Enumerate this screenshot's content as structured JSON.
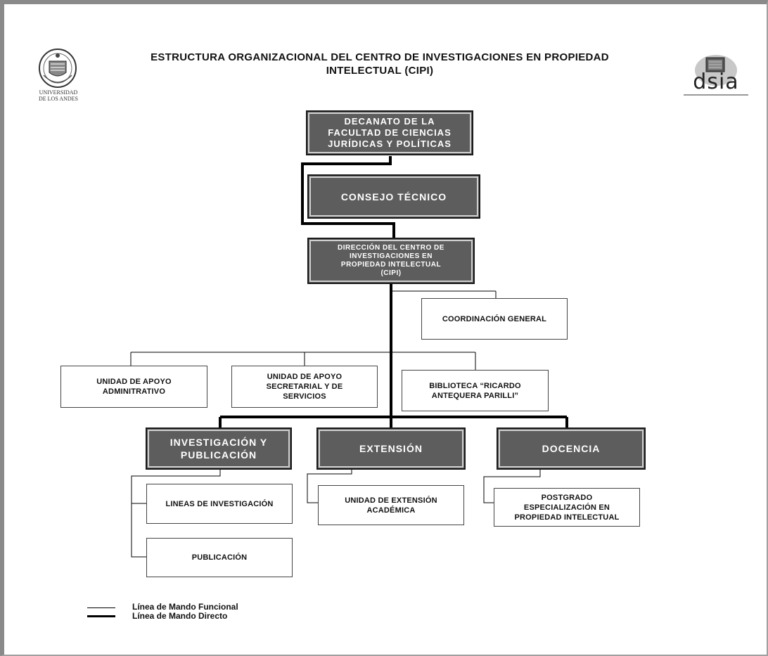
{
  "title": {
    "line1": "ESTRUCTURA ORGANIZACIONAL DEL CENTRO DE INVESTIGACIONES EN PROPIEDAD",
    "line2": "INTELECTUAL  (CIPI)"
  },
  "logos": {
    "left": {
      "icon": "university-seal-icon",
      "text_line1": "UNIVERSIDAD",
      "text_line2": "DE LOS ANDES"
    },
    "right": {
      "icon": "dsia-logo-icon",
      "text": "dsia"
    }
  },
  "nodes": {
    "decanato": {
      "line1": "DECANATO DE LA",
      "line2": "FACULTAD DE CIENCIAS",
      "line3": "JURÍDICAS Y POLÍTICAS"
    },
    "consejo": {
      "line1": "CONSEJO TÉCNICO"
    },
    "direccion": {
      "line1": "DIRECCIÓN DEL CENTRO DE",
      "line2": "INVESTIGACIONES EN",
      "line3": "PROPIEDAD INTELECTUAL",
      "line4": "(CIPI)"
    },
    "coordinacion": {
      "line1": "COORDINACIÓN GENERAL"
    },
    "apoyo_admin": {
      "line1": "UNIDAD DE APOYO",
      "line2": "ADMINITRATIVO"
    },
    "apoyo_secretarial": {
      "line1": "UNIDAD DE APOYO",
      "line2": "SECRETARIAL Y DE",
      "line3": "SERVICIOS"
    },
    "biblioteca": {
      "line1": "BIBLIOTECA “RICARDO",
      "line2": "ANTEQUERA PARILLI”"
    },
    "investigacion": {
      "line1": "INVESTIGACIÓN Y",
      "line2": "PUBLICACIÓN"
    },
    "extension": {
      "line1": "EXTENSIÓN"
    },
    "docencia": {
      "line1": "DOCENCIA"
    },
    "lineas": {
      "line1": "LINEAS DE INVESTIGACIÓN"
    },
    "publicacion": {
      "line1": "PUBLICACIÓN"
    },
    "unidad_extension": {
      "line1": "UNIDAD DE EXTENSIÓN",
      "line2": "ACADÉMICA"
    },
    "postgrado": {
      "line1": "POSTGRADO",
      "line2": "ESPECIALIZACIÓN EN",
      "line3": "PROPIEDAD INTELECTUAL"
    }
  },
  "legend": {
    "functional": "Línea de Mando Funcional",
    "direct": "Línea de Mando Directo"
  },
  "colors": {
    "dark_box": "#5d5d5d",
    "dark_box_text": "#ffffff",
    "line": "#000000",
    "frame": "#8a8a8a"
  }
}
